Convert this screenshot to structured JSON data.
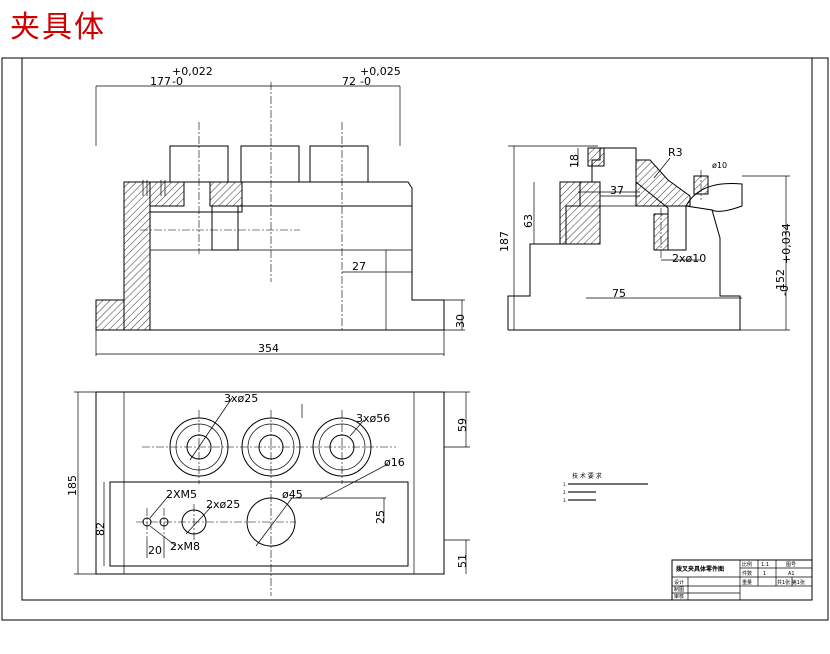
{
  "title": "夹具体",
  "front_view": {
    "dim_177": "177",
    "dim_177_tol_upper": "+0,022",
    "dim_177_tol_lower": "-0",
    "dim_72": "72",
    "dim_72_tol_upper": "+0,025",
    "dim_72_tol_lower": "-0",
    "dim_27": "27",
    "dim_30": "30",
    "dim_354": "354"
  },
  "side_view": {
    "dim_18": "18",
    "dim_r3": "R3",
    "dim_37": "37",
    "dim_63": "63",
    "dim_187": "187",
    "dim_phi10_small": "ø10",
    "dim_2xphi10": "2xø10",
    "dim_75": "75",
    "dim_152": "152",
    "dim_152_tol_upper": "+0,034",
    "dim_152_tol_lower": "-0"
  },
  "top_view": {
    "dim_3x25": "3xø25",
    "dim_3x56": "3xø56",
    "dim_59": "59",
    "dim_185": "185",
    "dim_phi16": "ø16",
    "dim_2xm5": "2XM5",
    "dim_2x25": "2xø25",
    "dim_phi45": "ø45",
    "dim_82": "82",
    "dim_25": "25",
    "dim_51": "51",
    "dim_20": "20",
    "dim_2xm8": "2xM8"
  },
  "tech_notes": {
    "heading": "技 术 要 求",
    "items": [
      "1.",
      "2.",
      "3."
    ]
  },
  "title_block": {
    "drawing_name": "拨叉夹具体零件图",
    "label_scale": "比例",
    "value_scale": "1:1",
    "label_count": "件数",
    "value_count": "1",
    "label_drawing_no": "图号",
    "value_sheet": "A1",
    "label_weight": "重量",
    "value_material": "共1张 第1张",
    "label_design": "设计",
    "label_draw": "制图",
    "label_review": "审核"
  }
}
